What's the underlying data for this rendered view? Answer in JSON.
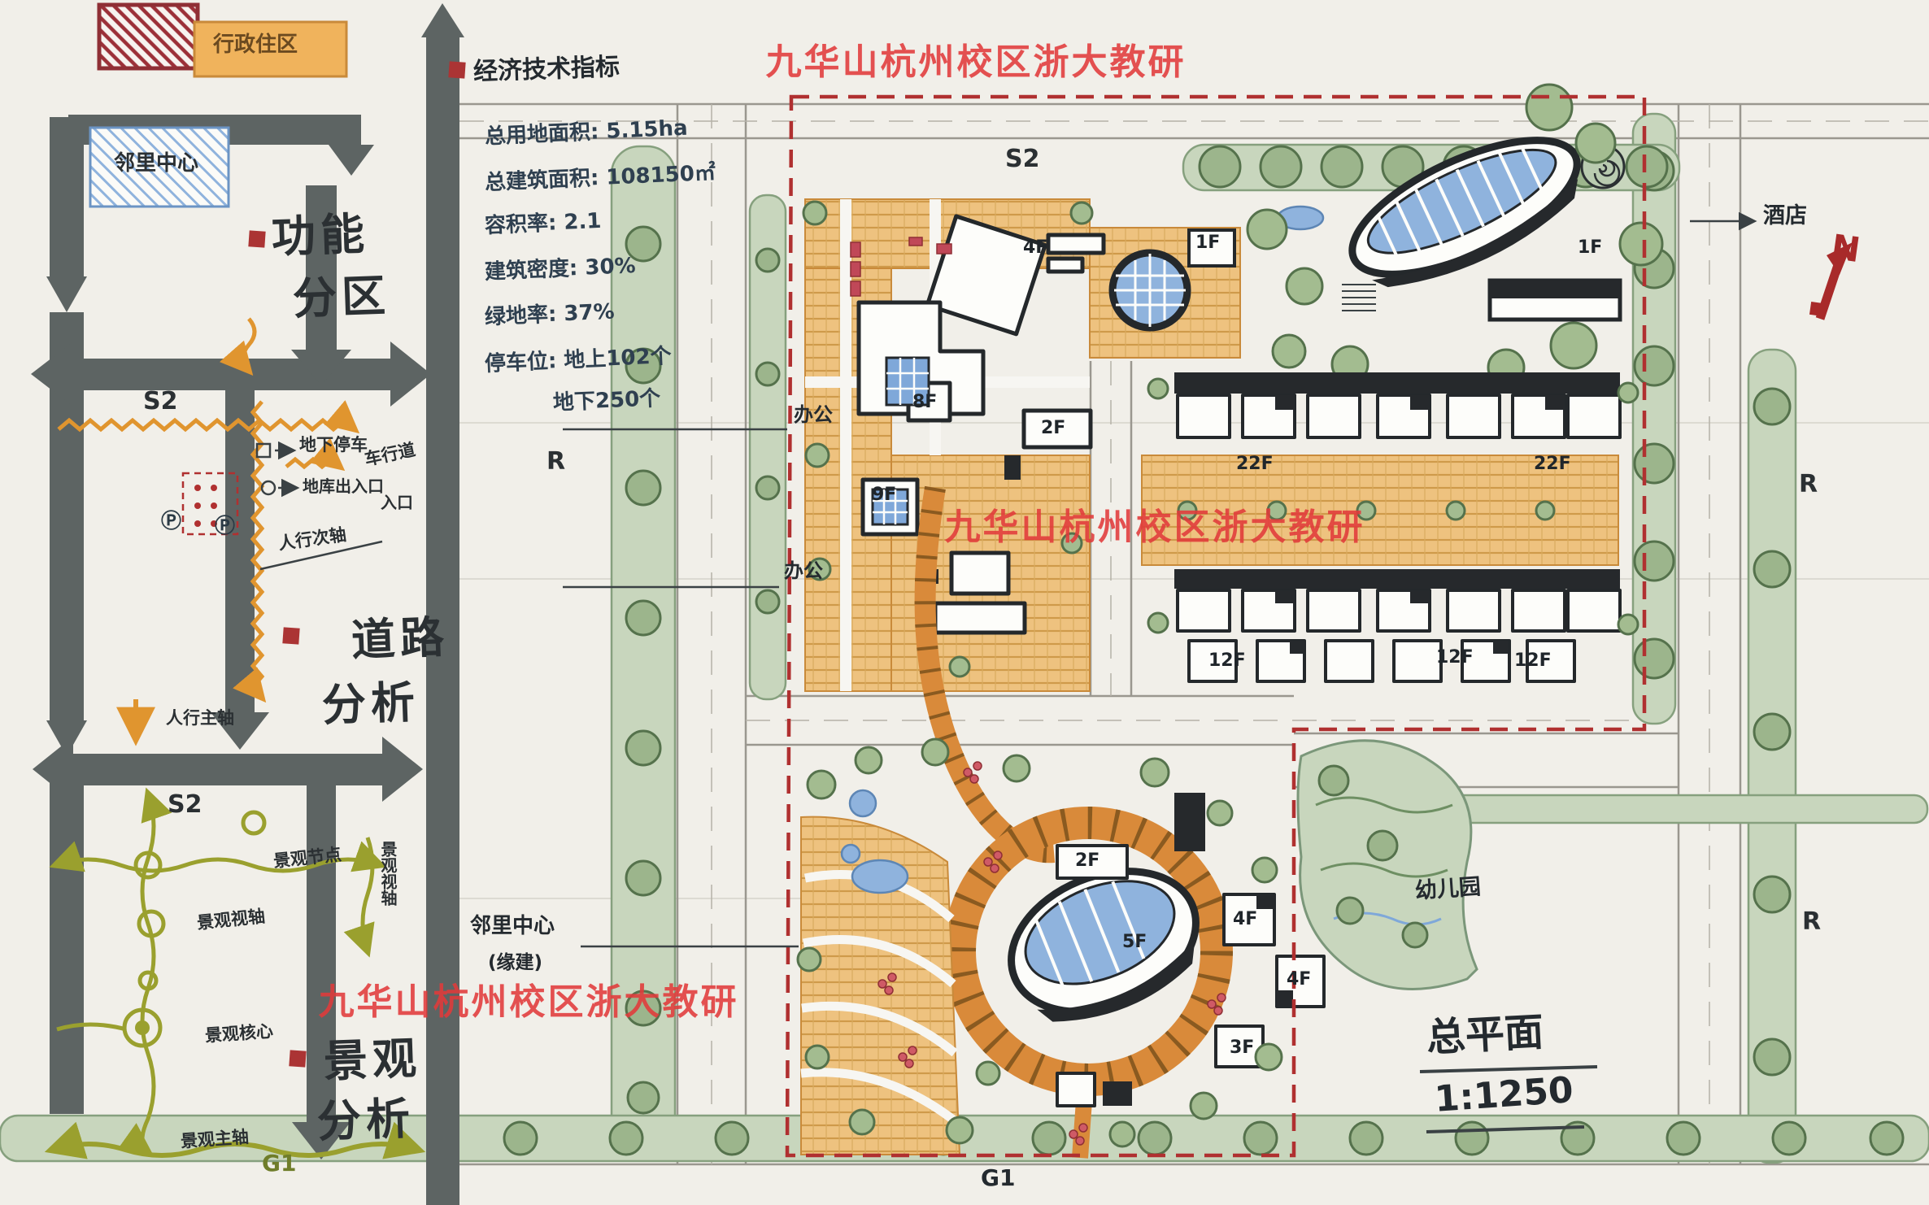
{
  "watermark": {
    "text": "九华山杭州校区浙大教研",
    "color": "#e23b3b"
  },
  "indicators": {
    "title": "经济技术指标",
    "lines": [
      "总用地面积: 5.15ha",
      "总建筑面积: 108150㎡",
      "容积率: 2.1",
      "建筑密度: 30%",
      "绿地率: 37%",
      "停车位: 地上102个",
      "地下250个"
    ]
  },
  "sidebar": {
    "legend": {
      "admin": "行政住区",
      "neighborhood": "邻里中心"
    },
    "functional": {
      "t1": "功能",
      "t2": "分区"
    },
    "road": {
      "t1": "道路",
      "t2": "分析",
      "s2": "S2",
      "underground_parking": "地下停车",
      "vehicle_road": "车行道",
      "garage_entry": "地库出入口",
      "entry": "入口",
      "ped_secondary": "人行次轴",
      "ped_main": "人行主轴",
      "p1": "Ⓟ",
      "p2": "Ⓟ"
    },
    "landscape": {
      "t1": "景观",
      "t2": "分析",
      "s2": "S2",
      "node": "景观节点",
      "view_axis_a": "景观视轴",
      "view_axis_b": "景观视轴",
      "core": "景观核心",
      "main_axis": "景观主轴",
      "g1": "G1"
    }
  },
  "plan": {
    "s2": "S2",
    "hotel": "酒店",
    "north": "N",
    "r_left": "R",
    "r_right": "R",
    "r_bottom": "R",
    "office_a": "办公",
    "office_b": "办公",
    "kindergarten": "幼儿园",
    "nc1": "邻里中心",
    "nc2": "(缘建)",
    "title": "总平面",
    "scale": "1:1250",
    "g1": "G1",
    "floors": [
      "4F",
      "1F",
      "1F",
      "2F",
      "8F",
      "9F",
      "22F",
      "22F",
      "12F",
      "12F",
      "12F",
      "2F",
      "5F",
      "4F",
      "4F",
      "3F"
    ]
  }
}
